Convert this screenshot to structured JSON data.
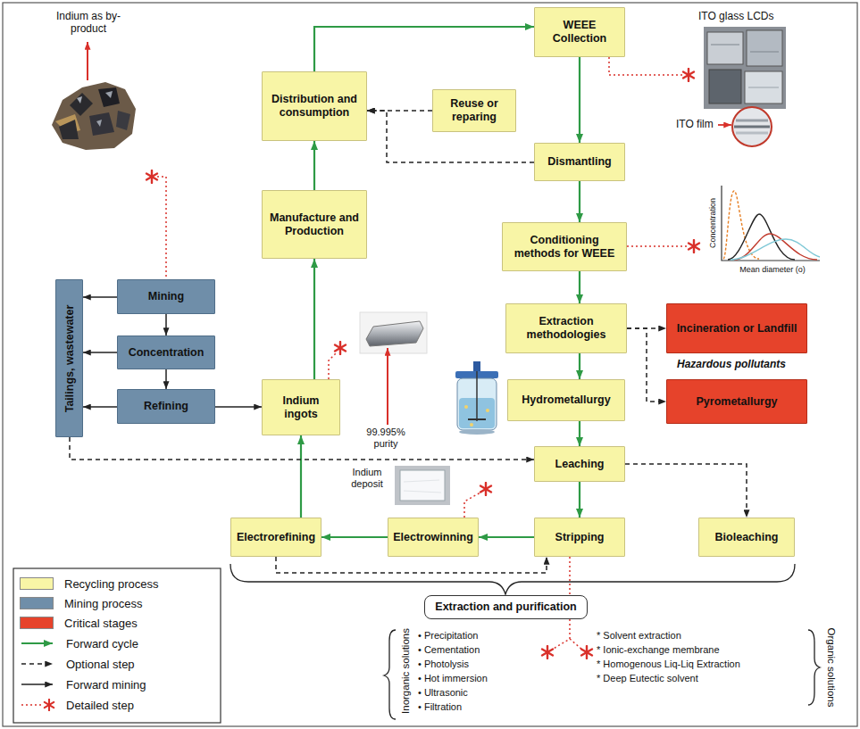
{
  "diagram": {
    "nodes": [
      {
        "text": [
          "WEEE Collection"
        ]
      },
      {
        "text": [
          "Distribution and consumption"
        ]
      },
      {
        "text": [
          "Reuse or reparing"
        ]
      },
      {
        "text": [
          "Dismantling"
        ]
      },
      {
        "text": [
          "Manufacture and Production"
        ]
      },
      {
        "text": [
          "Conditioning methods for WEEE"
        ]
      },
      {
        "text": [
          "Mining"
        ]
      },
      {
        "text": [
          "Concentration"
        ]
      },
      {
        "text": [
          "Refining"
        ]
      },
      {
        "text": [
          "Tailings, wastewater"
        ]
      },
      {
        "text": [
          "Indium ingots"
        ]
      },
      {
        "text": [
          "Extraction methodologies"
        ]
      },
      {
        "text": [
          "Incineration or Landfill"
        ]
      },
      {
        "text": [
          "Hydrometallurgy"
        ]
      },
      {
        "text": [
          "Pyrometallurgy"
        ]
      },
      {
        "text": [
          "Leaching"
        ]
      },
      {
        "text": [
          "Electrorefining"
        ]
      },
      {
        "text": [
          "Electrowinning"
        ]
      },
      {
        "text": [
          "Stripping"
        ]
      },
      {
        "text": [
          "Bioleaching"
        ]
      },
      {
        "text": [
          "Extraction and purification"
        ]
      }
    ],
    "edges": [
      {
        "from": 1,
        "to": 0,
        "arrow": "to"
      },
      {
        "from": 0,
        "to": 3,
        "arrow": "to"
      },
      {
        "from": 2,
        "to": 1,
        "arrow": "to"
      },
      {
        "from": 3,
        "to": 1,
        "arrow": "to"
      },
      {
        "from": 3,
        "to": 5,
        "arrow": "to"
      },
      {
        "from": 5,
        "to": 11,
        "arrow": "to"
      },
      {
        "from": 11,
        "to": 12,
        "arrow": "to"
      },
      {
        "from": 11,
        "to": 14,
        "arrow": "to"
      },
      {
        "from": 11,
        "to": 13,
        "arrow": "to"
      },
      {
        "from": 13,
        "to": 15,
        "arrow": "to"
      },
      {
        "from": 15,
        "to": 18,
        "arrow": "to"
      },
      {
        "from": 15,
        "to": 19,
        "arrow": "to"
      },
      {
        "from": 18,
        "to": 17,
        "arrow": "to"
      },
      {
        "from": 17,
        "to": 16,
        "arrow": "to"
      },
      {
        "from": 16,
        "to": 10,
        "arrow": "to"
      },
      {
        "from": 10,
        "to": 4,
        "arrow": "to"
      },
      {
        "from": 4,
        "to": 1,
        "arrow": "to"
      },
      {
        "from": 6,
        "to": 7,
        "arrow": "to"
      },
      {
        "from": 7,
        "to": 8,
        "arrow": "to"
      },
      {
        "from": 8,
        "to": 10,
        "arrow": "to"
      },
      {
        "from": 6,
        "to": 9,
        "arrow": "to"
      },
      {
        "from": 7,
        "to": 9,
        "arrow": "to"
      },
      {
        "from": 8,
        "to": 9,
        "arrow": "to"
      },
      {
        "from": 9,
        "to": 15,
        "arrow": "to"
      },
      {
        "from": 16,
        "to": 18,
        "arrow": "to"
      }
    ],
    "labels": [
      "Indium as by-product",
      "ITO glass LCDs",
      "ITO film",
      "Concentration",
      "Mean diameter (o)",
      "Hazardous pollutants",
      "99.995% purity",
      "Indium deposit",
      "Inorganic solutions",
      "• Precipitation",
      "• Cementation",
      "• Photolysis",
      "• Hot immersion",
      "• Ultrasonic",
      "• Filtration",
      "Organic solutions",
      "* Solvent extraction",
      "* Ionic-exchange membrane",
      "* Homogenous Liq-Liq Extraction",
      "* Deep Eutectic solvent"
    ],
    "legend": [
      {
        "text": "Recycling process",
        "color": "#f8f5a6"
      },
      {
        "text": "Mining process",
        "color": "#6f8ea9"
      },
      {
        "text": "Critical stages",
        "color": "#e6432b"
      },
      {
        "text": "Forward cycle"
      },
      {
        "text": "Optional step"
      },
      {
        "text": "Forward mining"
      },
      {
        "text": "Detailed step"
      }
    ]
  }
}
